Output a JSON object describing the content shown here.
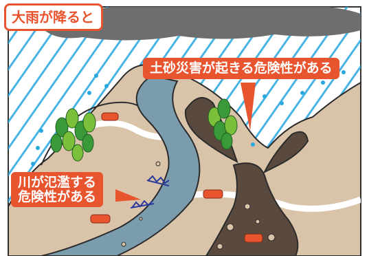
{
  "title": "大雨が降ると",
  "callouts": {
    "landslide": "土砂災害が起きる危険性がある",
    "flood_line1": "川が氾濫する",
    "flood_line2": "危険性がある"
  },
  "colors": {
    "rain": "#29a7df",
    "cloud": "#6e6e6e",
    "ground": "#d9c4aa",
    "river": "#7a9cad",
    "callout": "#e8542e",
    "tree": "#3a9a3a",
    "car": "#e8542e",
    "bridge": "#2c3a9c",
    "mud": "#5a4a3e"
  }
}
